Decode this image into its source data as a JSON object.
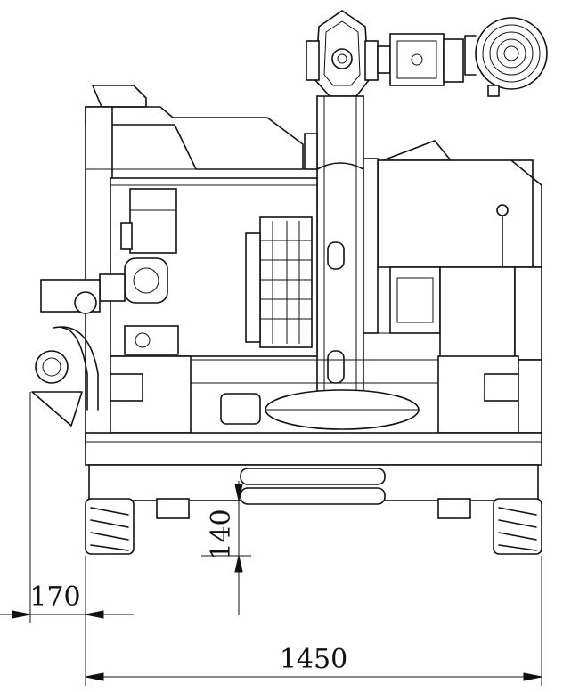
{
  "dimensions": {
    "overall_width": "1450",
    "track_offset": "170",
    "ground_clearance": "140"
  }
}
